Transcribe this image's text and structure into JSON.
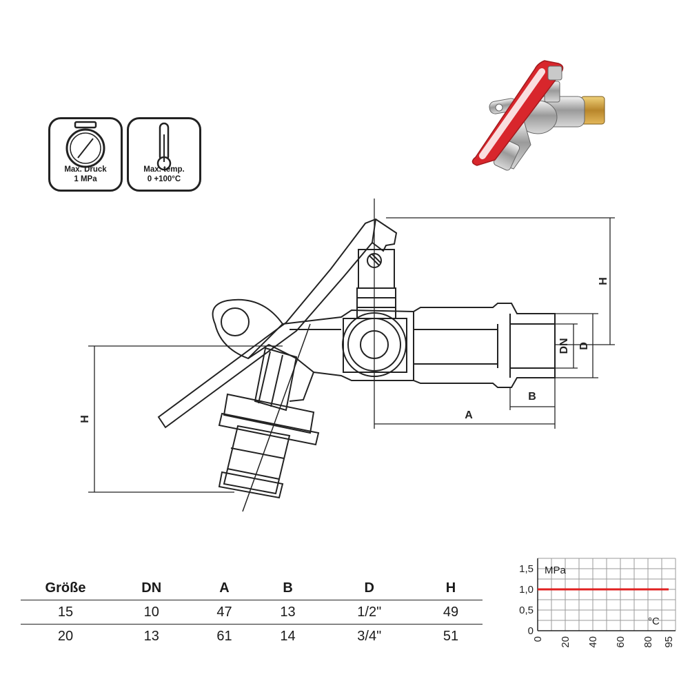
{
  "badges": {
    "pressure": {
      "icon": "pressure-gauge-icon",
      "line1": "Max. Druck",
      "line2": "1 MPa"
    },
    "temperature": {
      "icon": "thermometer-icon",
      "line1": "Max. temp.",
      "line2": "0 +100°C"
    }
  },
  "dimensions": {
    "h_right": "H",
    "h_left": "H",
    "dn": "DN",
    "d": "D",
    "a": "A",
    "b": "B"
  },
  "colors": {
    "handle_red": "#d8262c",
    "line": "#222222",
    "pressure_line": "#e02020"
  },
  "table": {
    "headers": [
      "Größe",
      "DN",
      "A",
      "B",
      "D",
      "H"
    ],
    "rows": [
      [
        "15",
        "10",
        "47",
        "13",
        "1/2\"",
        "49"
      ],
      [
        "20",
        "13",
        "61",
        "14",
        "3/4\"",
        "51"
      ]
    ]
  },
  "chart_data": {
    "type": "line",
    "title": "",
    "xlabel": "°C",
    "ylabel": "MPa",
    "x_ticks": [
      "0",
      "20",
      "40",
      "60",
      "80",
      "95"
    ],
    "y_ticks": [
      "0",
      "0,5",
      "1,0",
      "1,5"
    ],
    "xlim": [
      0,
      100
    ],
    "ylim": [
      0,
      1.75
    ],
    "grid": true,
    "series": [
      {
        "x": [
          0,
          95
        ],
        "y": [
          1.0,
          1.0
        ]
      }
    ]
  }
}
